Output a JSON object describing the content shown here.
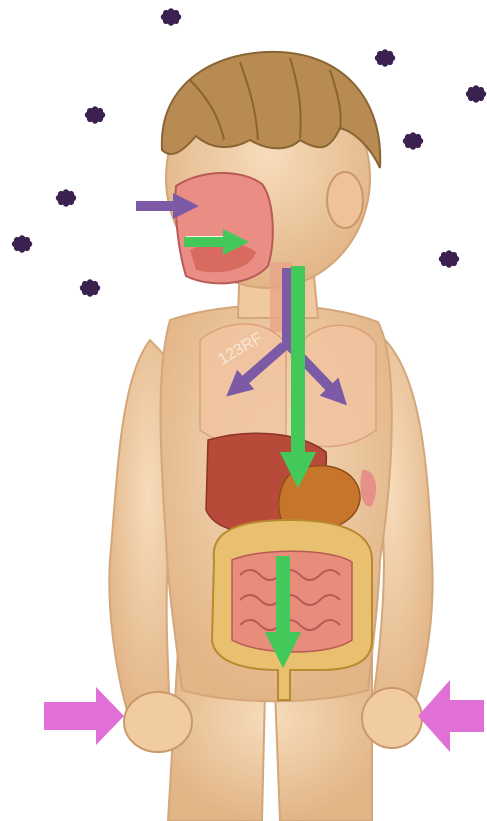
{
  "watermark": "123RF",
  "palette": {
    "skin": "#f2cfa6",
    "skin_shadow": "#d9a878",
    "hair": "#b88b52",
    "hair_dark": "#8a6434",
    "particle": "#3a2150",
    "air_arrow": "#7d5aa6",
    "food_arrow": "#43c85a",
    "hand_arrow": "#e070d6",
    "lung": "#f1c4a0",
    "liver": "#b84a3a",
    "stomach": "#c8752c",
    "intestine": "#e88c7c",
    "colon": "#e9c070",
    "mouth_tissue": "#ea8d85"
  },
  "arrows": {
    "air": "air-path",
    "food": "food-path",
    "hands": "hand-contact"
  },
  "icons": {
    "particle": "germ-particle-icon"
  }
}
